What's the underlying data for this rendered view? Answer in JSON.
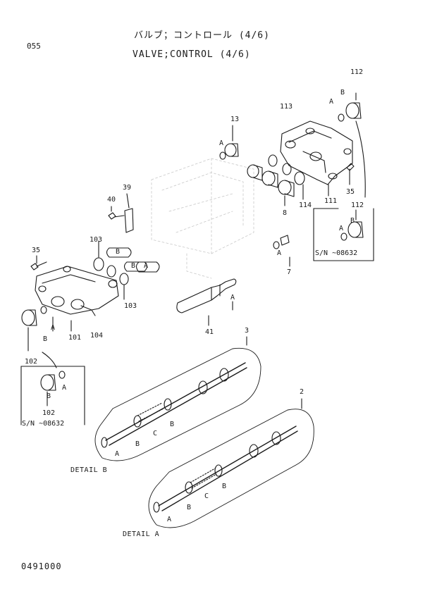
{
  "header": {
    "page_number": "055",
    "title_jp": "バルブ；コントロール (4/6)",
    "title_en": "VALVE;CONTROL (4/6)"
  },
  "callouts": {
    "n112_top": "112",
    "n13": "13",
    "n113": "113",
    "n111": "111",
    "n114": "114",
    "n8": "8",
    "n35_right": "35",
    "n40": "40",
    "n39": "39",
    "n103_top": "103",
    "n103_bottom": "103",
    "n35_left": "35",
    "n101": "101",
    "n104": "104",
    "n41": "41",
    "n7": "7",
    "n3": "3",
    "n2": "2",
    "n102_top": "102",
    "n102_bottom": "102",
    "n112_inset": "112"
  },
  "letters": {
    "A": "A",
    "B": "B",
    "C": "C"
  },
  "inset_left": {
    "serial": "S/N ~08632"
  },
  "inset_right": {
    "serial": "S/N ~08632"
  },
  "details": {
    "detail_b": "DETAIL B",
    "detail_a": "DETAIL A"
  },
  "footer": {
    "drawing_code": "0491000"
  }
}
